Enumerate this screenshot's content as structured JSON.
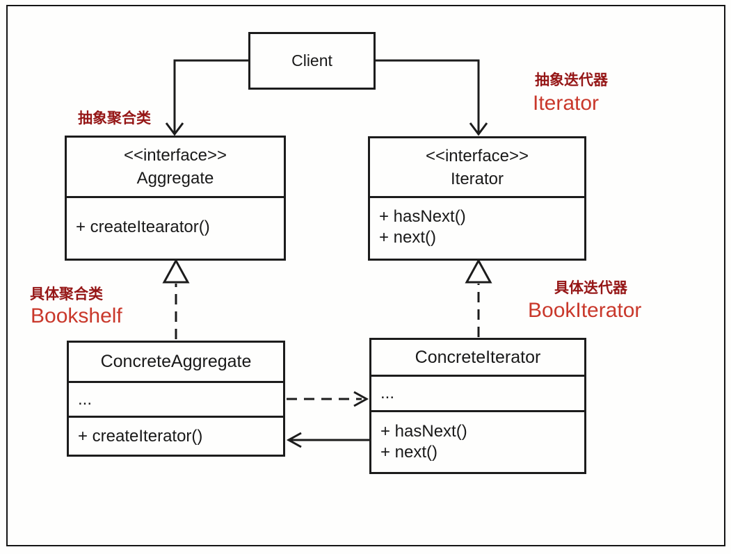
{
  "diagram": {
    "pattern": "Iterator",
    "kind": "UML class diagram"
  },
  "classes": {
    "client": {
      "name": "Client"
    },
    "aggregate": {
      "stereotype": "<<interface>>",
      "name": "Aggregate",
      "methods": [
        "+ createItearator()"
      ]
    },
    "iterator": {
      "stereotype": "<<interface>>",
      "name": "Iterator",
      "methods": [
        "+ hasNext()",
        "+ next()"
      ]
    },
    "concrete_aggregate": {
      "name": "ConcreteAggregate",
      "fields": [
        "..."
      ],
      "methods": [
        "+ createIterator()"
      ]
    },
    "concrete_iterator": {
      "name": "ConcreteIterator",
      "fields": [
        "..."
      ],
      "methods": [
        "+ hasNext()",
        "+ next()"
      ]
    }
  },
  "annotations": {
    "abstract_aggregate_zh": "抽象聚合类",
    "abstract_iterator_zh": "抽象迭代器",
    "abstract_iterator_en": "Iterator",
    "concrete_aggregate_zh": "具体聚合类",
    "concrete_aggregate_en": "Bookshelf",
    "concrete_iterator_zh": "具体迭代器",
    "concrete_iterator_en": "BookIterator"
  },
  "colors": {
    "annotation_zh": "#951616",
    "annotation_en": "#c9382b",
    "line": "#1c1c1c",
    "background": "#fefefd"
  }
}
